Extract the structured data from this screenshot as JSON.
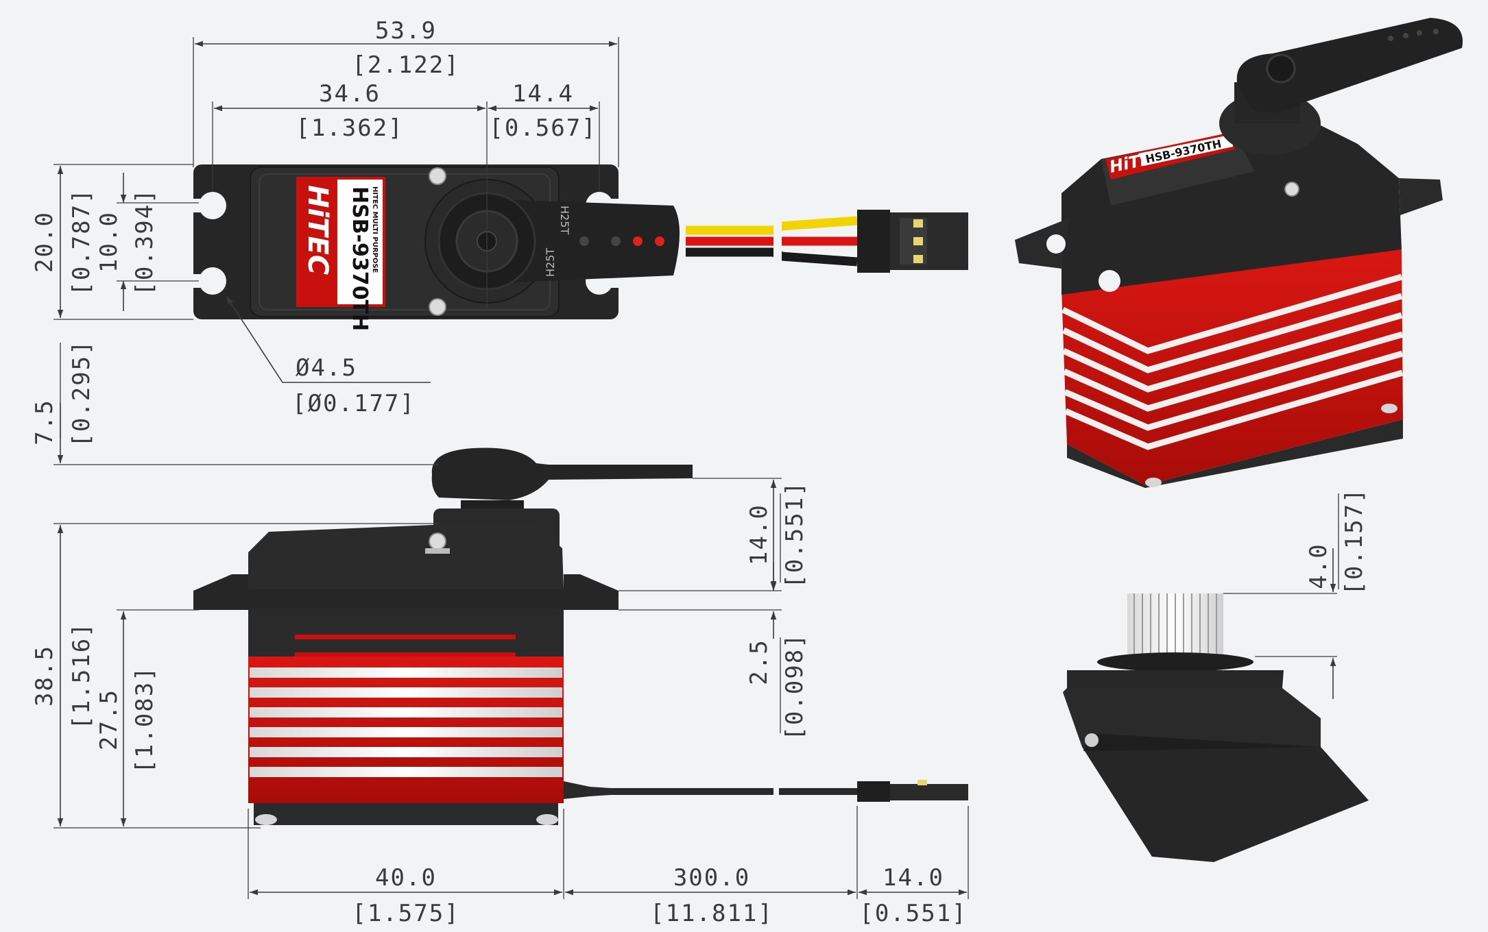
{
  "product": {
    "brand": "HiTEC",
    "model": "HSB-9370TH",
    "subtitle": "HITEC MULTI PURPOSE",
    "horn_label": "H25T",
    "horn_label_2": "H25T"
  },
  "colors": {
    "body": "#262626",
    "case_red": "#c8100c",
    "fin_silver": "#f0f0f0",
    "wire_yellow": "#f2d400",
    "wire_red": "#d81414",
    "wire_black": "#1a1a1a",
    "dimension_line": "#3b3b3b"
  },
  "dimensions": {
    "overall_length": {
      "mm": "53.9",
      "in": "[2.122]"
    },
    "hole_to_shaft": {
      "mm": "34.6",
      "in": "[1.362]"
    },
    "shaft_to_end": {
      "mm": "14.4",
      "in": "[0.567]"
    },
    "width": {
      "mm": "20.0",
      "in": "[0.787]"
    },
    "half_width": {
      "mm": "10.0",
      "in": "[0.394]"
    },
    "mount_hole": {
      "mm": "Ø4.5",
      "in": "[Ø0.177]"
    },
    "horn_height": {
      "mm": "7.5",
      "in": "[0.295]"
    },
    "body_height": {
      "mm": "38.5",
      "in": "[1.516]"
    },
    "flange_height": {
      "mm": "27.5",
      "in": "[1.083]"
    },
    "top_to_flange": {
      "mm": "14.0",
      "in": "[0.551]"
    },
    "flange_thickness": {
      "mm": "2.5",
      "in": "[0.098]"
    },
    "body_length": {
      "mm": "40.0",
      "in": "[1.575]"
    },
    "wire_length": {
      "mm": "300.0",
      "in": "[11.811]"
    },
    "connector_length": {
      "mm": "14.0",
      "in": "[0.551]"
    },
    "spline_height": {
      "mm": "4.0",
      "in": "[0.157]"
    }
  }
}
